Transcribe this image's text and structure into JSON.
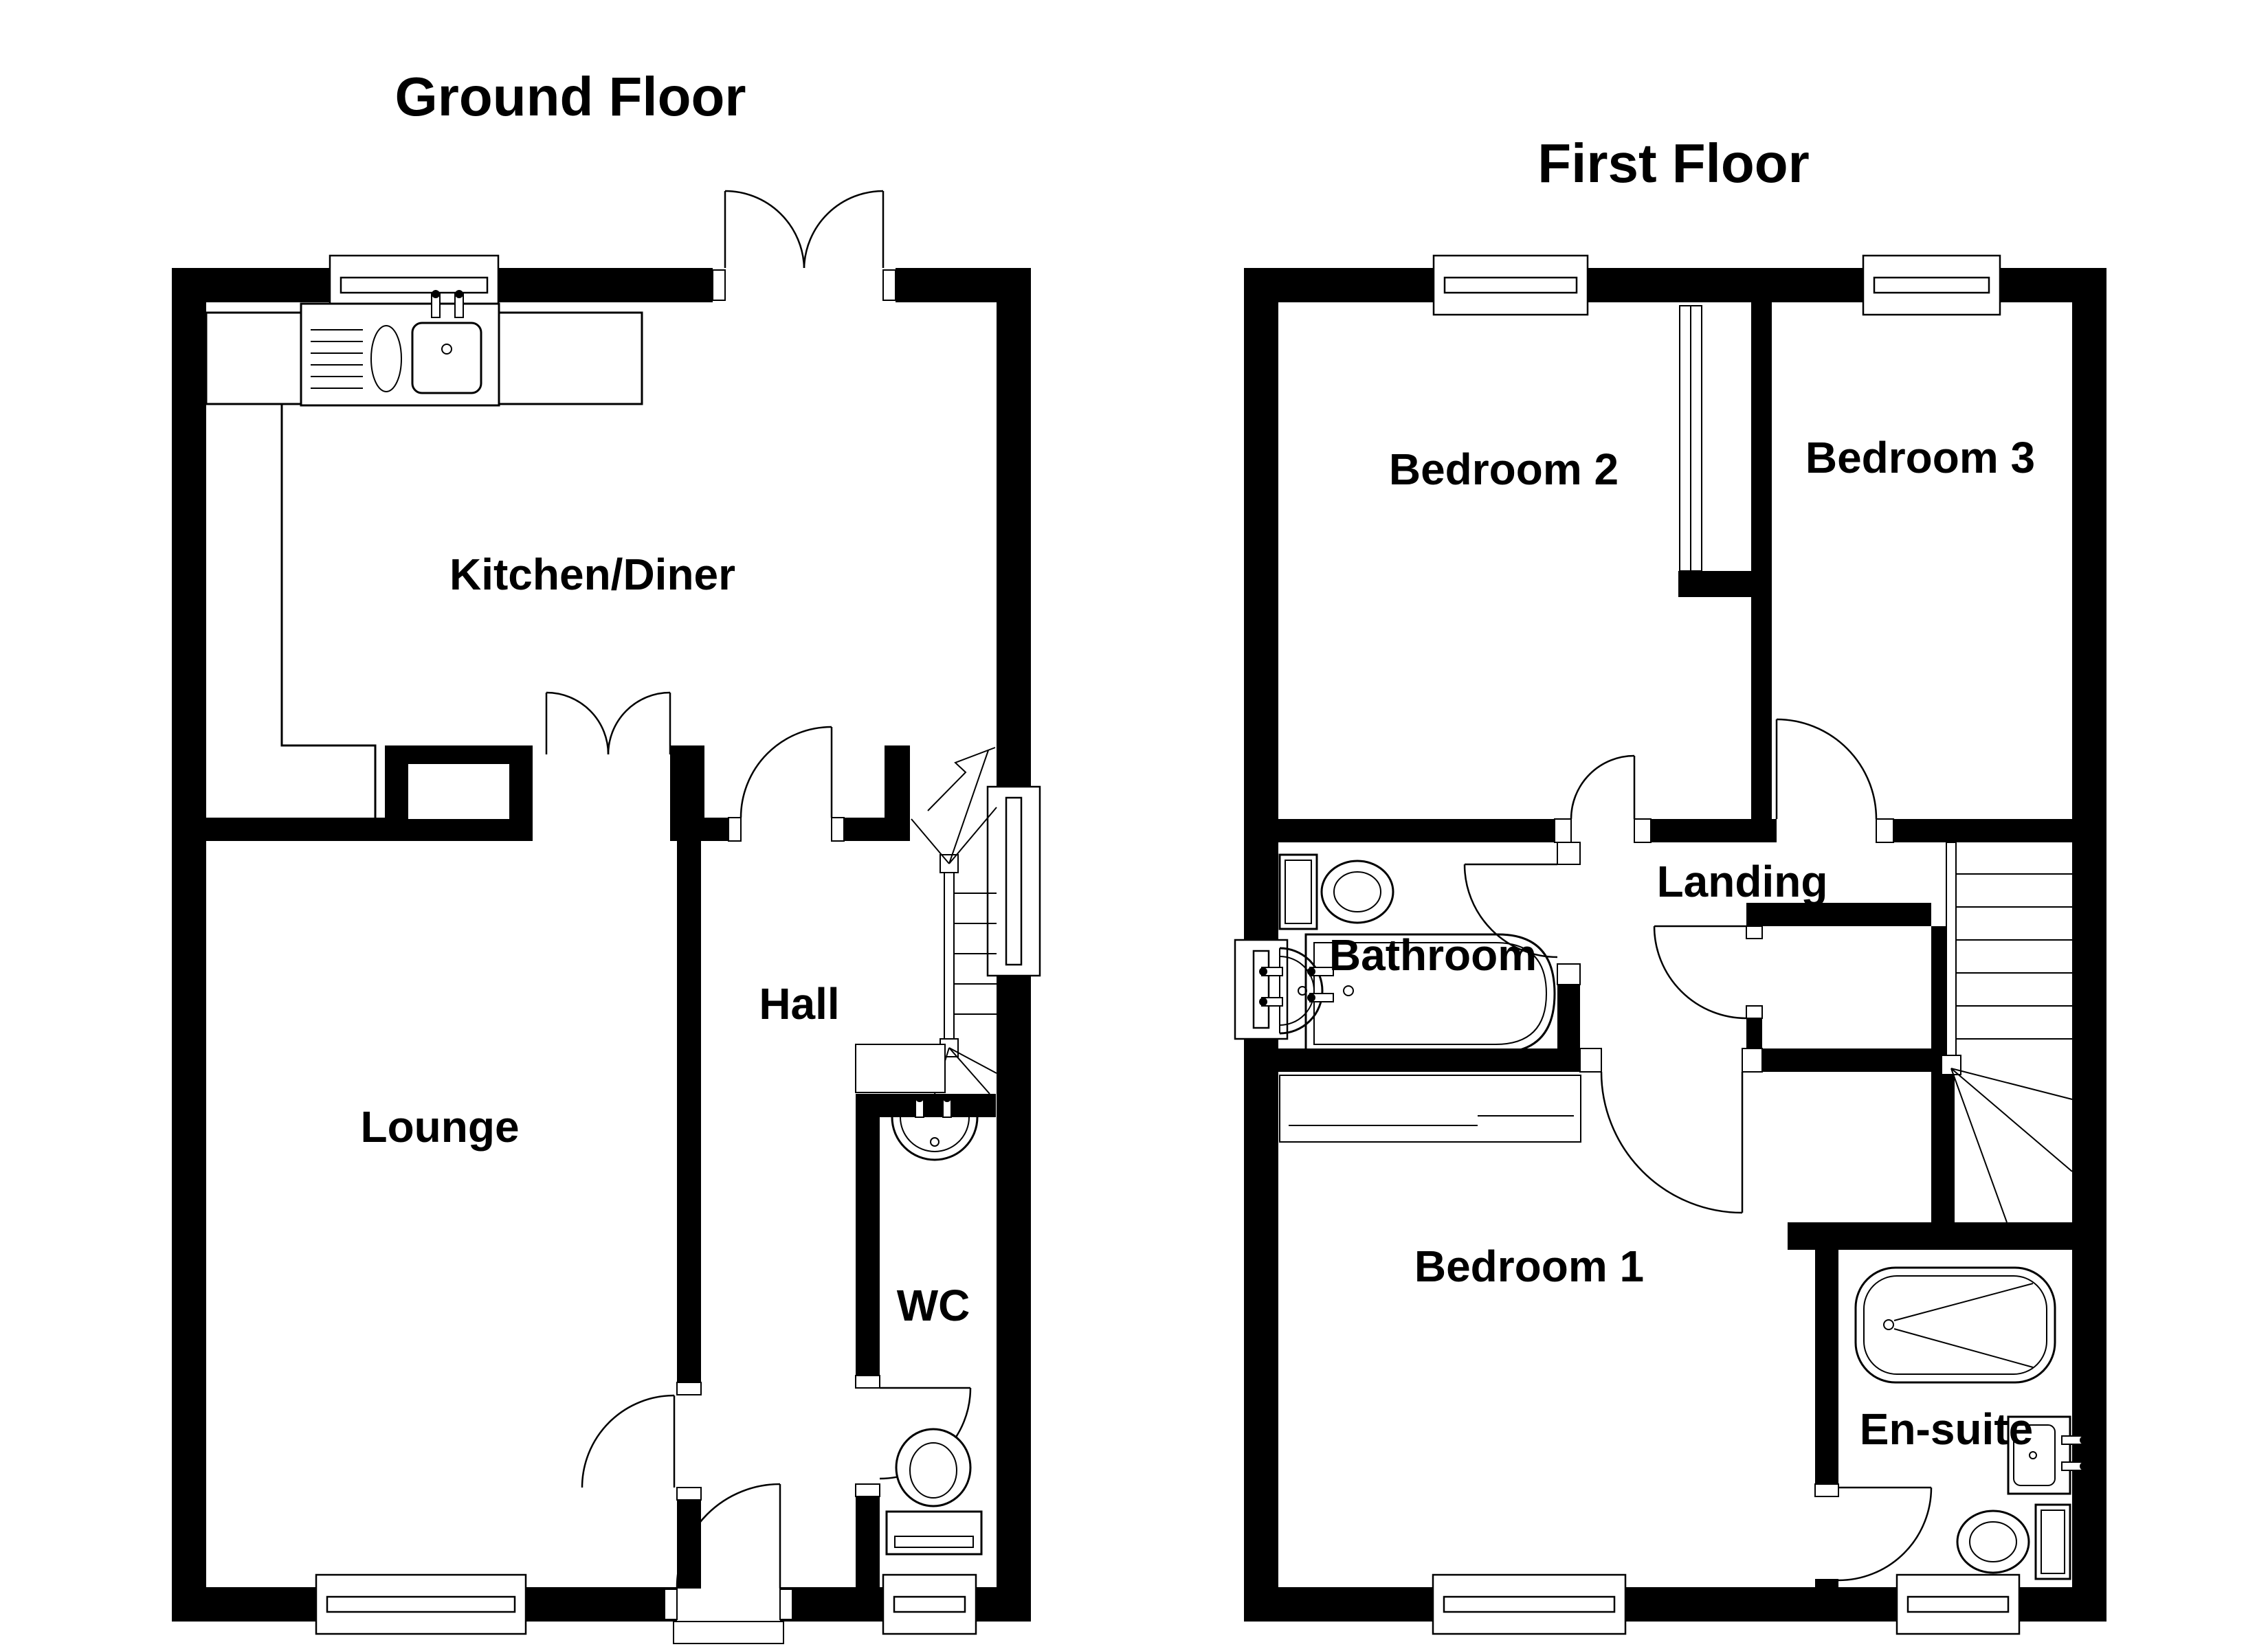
{
  "page": {
    "background_color": "#ffffff",
    "wall_color": "#000000",
    "line_color": "#000000"
  },
  "ground_floor": {
    "title": "Ground Floor",
    "rooms": {
      "kitchen": "Kitchen/Diner",
      "lounge": "Lounge",
      "hall": "Hall",
      "wc": "WC"
    }
  },
  "first_floor": {
    "title": "First Floor",
    "rooms": {
      "bedroom2": "Bedroom 2",
      "bedroom3": "Bedroom 3",
      "landing": "Landing",
      "bathroom": "Bathroom",
      "bedroom1": "Bedroom 1",
      "ensuite": "En-suite"
    }
  }
}
